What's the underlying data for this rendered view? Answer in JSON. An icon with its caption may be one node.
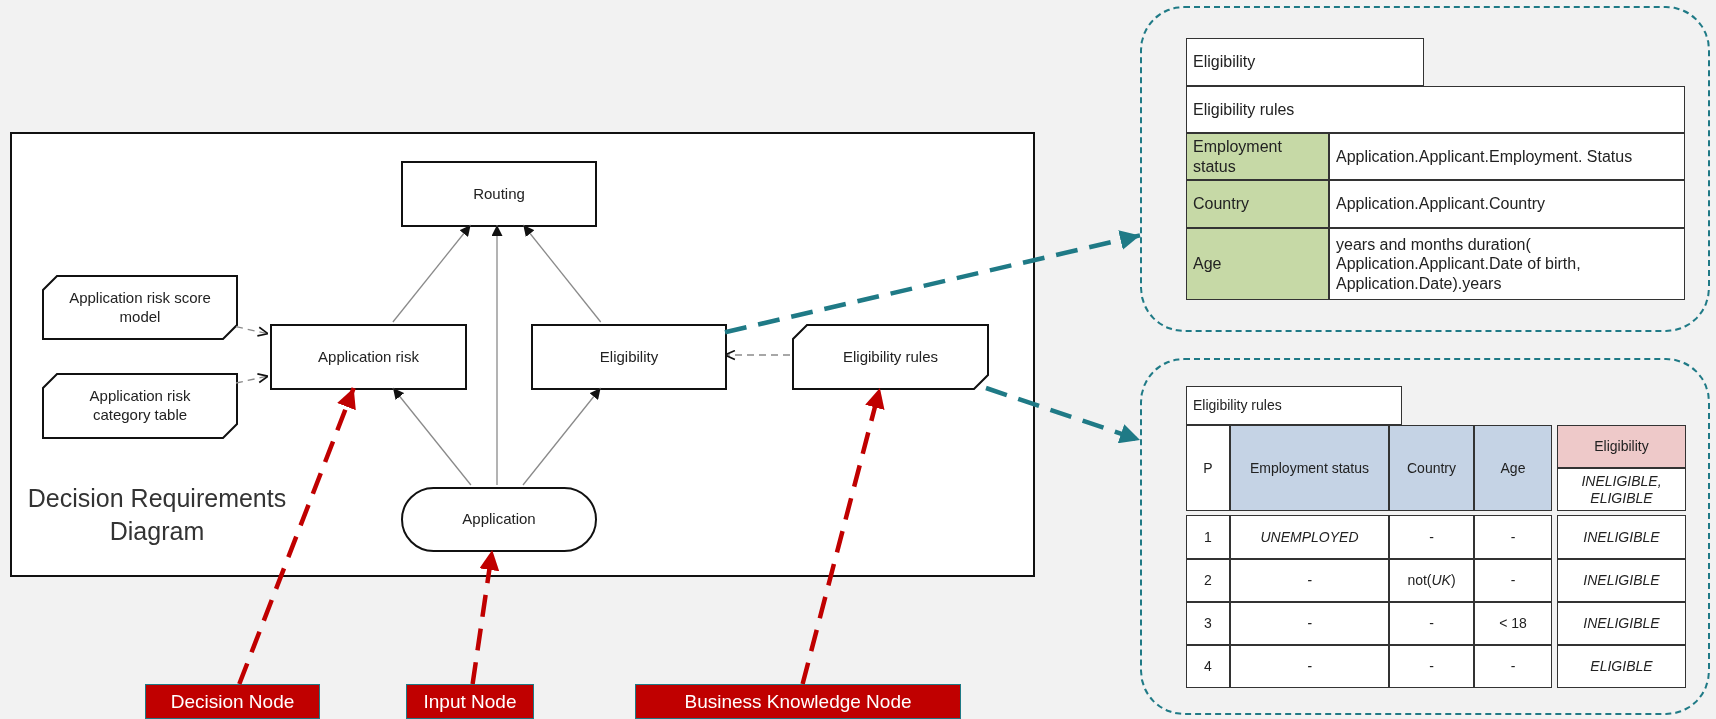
{
  "diagram": {
    "nodes": [
      {
        "text": [
          "Decision Requirements Diagram"
        ]
      },
      {
        "text": [
          "Routing"
        ],
        "in": 0
      },
      {
        "text": [
          "Application risk score model"
        ],
        "in": 0
      },
      {
        "text": [
          "Application risk category table"
        ],
        "in": 0
      },
      {
        "text": [
          "Application risk"
        ],
        "in": 0
      },
      {
        "text": [
          "Eligibility"
        ],
        "in": 0
      },
      {
        "text": [
          "Eligibility rules"
        ],
        "in": 0
      },
      {
        "text": [
          "Application"
        ],
        "in": 0
      },
      {
        "text": [
          "Decision Node"
        ]
      },
      {
        "text": [
          "Input Node"
        ]
      },
      {
        "text": [
          "Business Knowledge Node"
        ]
      },
      {
        "text": [],
        "shape": "box"
      },
      {
        "text": [],
        "shape": "box"
      }
    ],
    "edges": [
      {
        "from": 4,
        "to": 1,
        "arrow": "to"
      },
      {
        "from": 7,
        "to": 1,
        "arrow": "to"
      },
      {
        "from": 5,
        "to": 1,
        "arrow": "to"
      },
      {
        "from": 2,
        "to": 4,
        "arrow": "to",
        "style": "dashed"
      },
      {
        "from": 3,
        "to": 4,
        "arrow": "to",
        "style": "dashed"
      },
      {
        "from": 6,
        "to": 5,
        "arrow": "to",
        "style": "dashed"
      },
      {
        "from": 7,
        "to": 4,
        "arrow": "to"
      },
      {
        "from": 7,
        "to": 5,
        "arrow": "to"
      },
      {
        "from": 8,
        "to": 4,
        "arrow": "to",
        "style": "dashed",
        "color": "#c00000"
      },
      {
        "from": 9,
        "to": 7,
        "arrow": "to",
        "style": "dashed",
        "color": "#c00000"
      },
      {
        "from": 10,
        "to": 6,
        "arrow": "to",
        "style": "dashed",
        "color": "#c00000"
      },
      {
        "from": 5,
        "to": 11,
        "arrow": "to",
        "style": "dashed",
        "color": "#1f7a86"
      },
      {
        "from": 6,
        "to": 12,
        "arrow": "to",
        "style": "dashed",
        "color": "#1f7a86"
      }
    ],
    "labels": [
      "Eligibility",
      "Eligibility rules",
      "Employment status",
      "Application.Applicant.Employment. Status",
      "Country",
      "Application.Applicant.Country",
      "Age",
      "years and months duration( Application.Applicant.Date of birth, Application.Date).years",
      "Eligibility rules",
      "P",
      "Employment status",
      "Country",
      "Age",
      "Eligibility",
      "INELIGIBLE, ELIGIBLE",
      "1",
      "UNEMPLOYED",
      "-",
      "-",
      "INELIGIBLE",
      "2",
      "-",
      "not(*UK*)",
      "-",
      "INELIGIBLE",
      "3",
      "-",
      "-",
      "< 18",
      "INELIGIBLE",
      "4",
      "-",
      "-",
      "-",
      "ELIGIBLE"
    ]
  }
}
